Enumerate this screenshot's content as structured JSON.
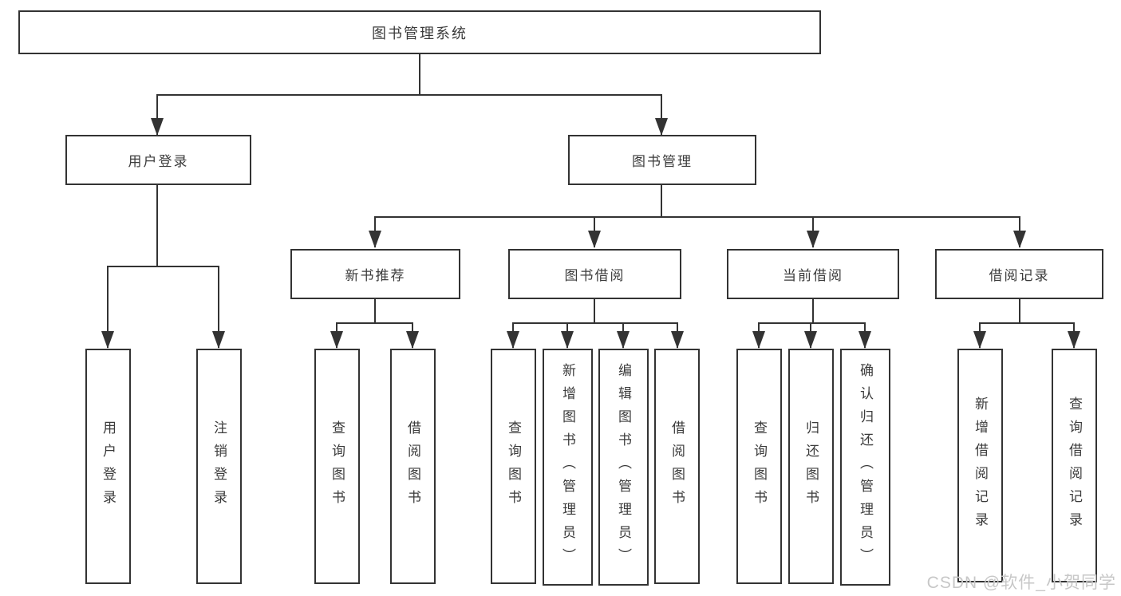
{
  "nodes": {
    "root": {
      "label": "图书管理系统"
    },
    "level2": [
      {
        "label": "用户登录"
      },
      {
        "label": "图书管理"
      }
    ],
    "level3": [
      {
        "label": "新书推荐",
        "parent": "图书管理"
      },
      {
        "label": "图书借阅",
        "parent": "图书管理"
      },
      {
        "label": "当前借阅",
        "parent": "图书管理"
      },
      {
        "label": "借阅记录",
        "parent": "图书管理"
      }
    ],
    "leaves": [
      {
        "label": "用户登录",
        "parent": "用户登录"
      },
      {
        "label": "注销登录",
        "parent": "用户登录"
      },
      {
        "label": "查询图书",
        "parent": "新书推荐"
      },
      {
        "label": "借阅图书",
        "parent": "新书推荐"
      },
      {
        "label": "查询图书",
        "parent": "图书借阅"
      },
      {
        "label": "新增图书（管理员）",
        "parent": "图书借阅"
      },
      {
        "label": "编辑图书（管理员）",
        "parent": "图书借阅"
      },
      {
        "label": "借阅图书",
        "parent": "图书借阅"
      },
      {
        "label": "查询图书",
        "parent": "当前借阅"
      },
      {
        "label": "归还图书",
        "parent": "当前借阅"
      },
      {
        "label": "确认归还（管理员）",
        "parent": "当前借阅"
      },
      {
        "label": "新增借阅记录",
        "parent": "借阅记录"
      },
      {
        "label": "查询借阅记录",
        "parent": "借阅记录"
      }
    ]
  },
  "watermark": {
    "text": "CSDN @软件_小贺同学"
  },
  "colors": {
    "line": "#333333",
    "box_border": "#333333",
    "text": "#3b3b3b",
    "background": "#ffffff",
    "watermark": "#c7c7c7"
  }
}
